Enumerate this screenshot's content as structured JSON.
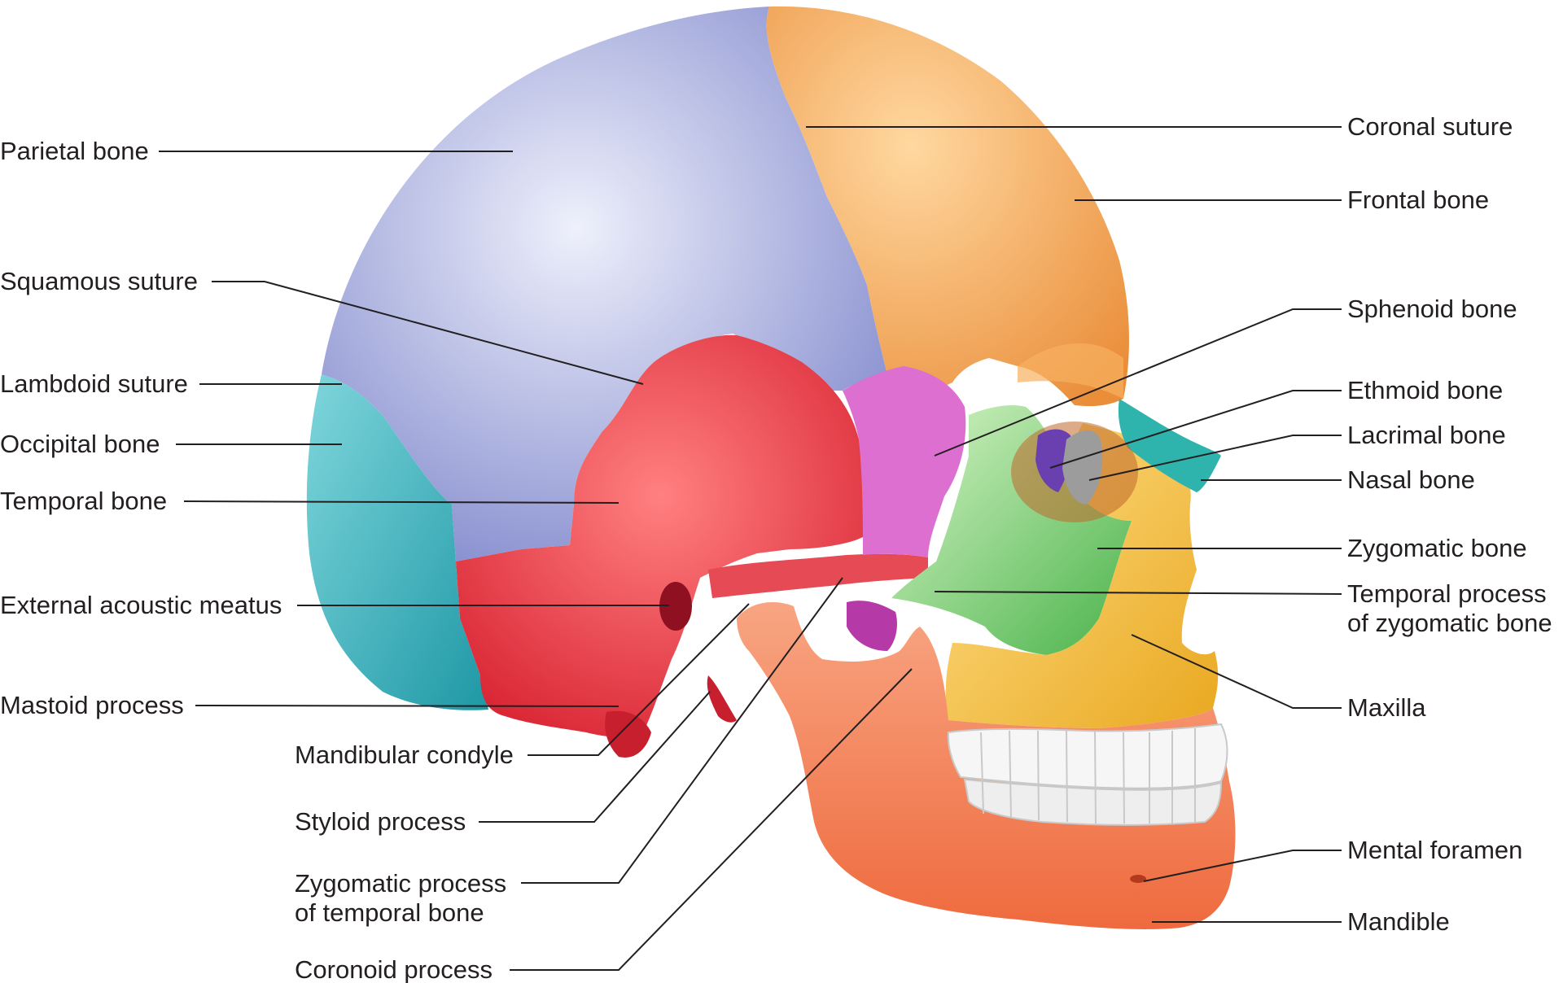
{
  "labels": {
    "parietal_bone": "Parietal bone",
    "squamous_suture": "Squamous suture",
    "lambdoid_suture": "Lambdoid suture",
    "occipital_bone": "Occipital bone",
    "temporal_bone": "Temporal bone",
    "external_acoustic_meatus": "External acoustic meatus",
    "mastoid_process": "Mastoid process",
    "mandibular_condyle": "Mandibular condyle",
    "styloid_process": "Styloid process",
    "zygomatic_process_line1": "Zygomatic process",
    "zygomatic_process_line2": "of temporal bone",
    "coronoid_process": "Coronoid process",
    "coronal_suture": "Coronal suture",
    "frontal_bone": "Frontal bone",
    "sphenoid_bone": "Sphenoid bone",
    "ethmoid_bone": "Ethmoid bone",
    "lacrimal_bone": "Lacrimal bone",
    "nasal_bone": "Nasal bone",
    "zygomatic_bone": "Zygomatic bone",
    "temporal_process_line1": "Temporal process",
    "temporal_process_line2": "of zygomatic bone",
    "maxilla": "Maxilla",
    "mental_foramen": "Mental foramen",
    "mandible": "Mandible"
  },
  "bone_colors": {
    "parietal": "#8b92d2",
    "frontal": "#f0a050",
    "occipital": "#35a9b5",
    "temporal": "#e03440",
    "sphenoid": "#d762c8",
    "zygomatic": "#7fd07d",
    "maxilla": "#f4bf3a",
    "mandible": "#f28055",
    "nasal": "#30b8b0",
    "ethmoid": "#6a3fb0",
    "lacrimal": "#9a9a9a",
    "teeth": "#f5f5f5"
  }
}
